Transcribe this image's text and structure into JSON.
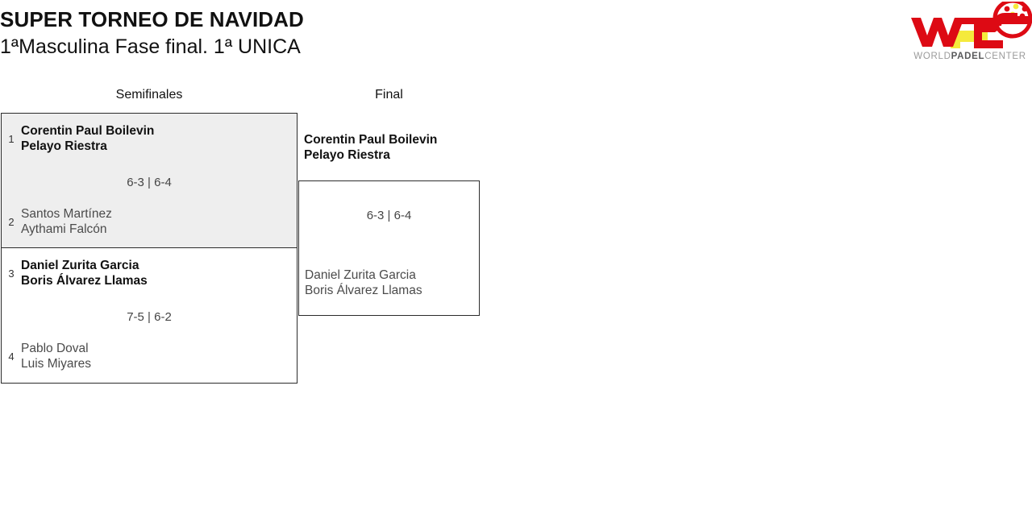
{
  "header": {
    "title": "SUPER TORNEO DE NAVIDAD",
    "subtitle": "1ªMasculina Fase final. 1ª UNICA"
  },
  "logo": {
    "mark_text": "WPC",
    "wordmark_part1": "WORLD",
    "wordmark_part2": "PADEL",
    "wordmark_part3": "CENTER",
    "red": "#dd0a14",
    "yellow": "#f5ea3c",
    "gray_light": "#9a9a9a",
    "gray_dark": "#58595b"
  },
  "rounds": [
    {
      "id": "semifinals",
      "label": "Semifinales"
    },
    {
      "id": "final",
      "label": "Final"
    }
  ],
  "semifinals": [
    {
      "highlighted": true,
      "top": {
        "seed": "1",
        "player1": "Corentin Paul Boilevin",
        "player2": "Pelayo Riestra",
        "result": "winner"
      },
      "score": "6-3 | 6-4",
      "bottom": {
        "seed": "2",
        "player1": "Santos Martínez",
        "player2": "Aythami Falcón",
        "result": "loser"
      }
    },
    {
      "highlighted": false,
      "top": {
        "seed": "3",
        "player1": "Daniel Zurita Garcia",
        "player2": "Boris Álvarez Llamas",
        "result": "winner"
      },
      "score": "7-5 | 6-2",
      "bottom": {
        "seed": "4",
        "player1": "Pablo Doval",
        "player2": "Luis Miyares",
        "result": "loser"
      }
    }
  ],
  "final": {
    "winner": {
      "player1": "Corentin Paul Boilevin",
      "player2": "Pelayo Riestra"
    },
    "score": "6-3 | 6-4",
    "runnerup": {
      "player1": "Daniel Zurita Garcia",
      "player2": "Boris Álvarez Llamas"
    }
  }
}
